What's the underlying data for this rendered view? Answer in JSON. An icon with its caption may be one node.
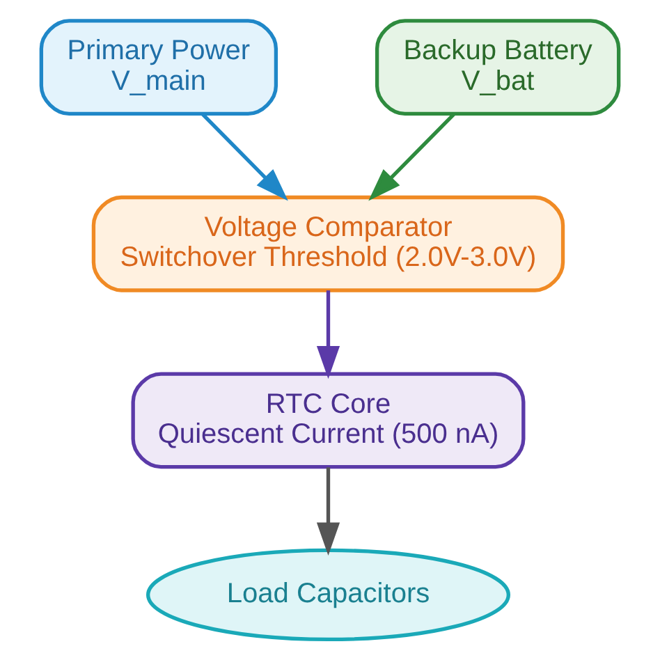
{
  "diagram": {
    "nodes": [
      {
        "text": [
          "Primary Power",
          "V_main"
        ]
      },
      {
        "text": [
          "Voltage Comparator",
          "Switchover Threshold (2.0V-3.0V)"
        ]
      },
      {
        "text": [
          "Backup Battery",
          "V_bat"
        ]
      },
      {
        "text": [
          "RTC Core",
          "Quiescent Current (500 nA)"
        ]
      },
      {
        "text": [
          "Load Capacitors"
        ]
      }
    ],
    "edges": [
      {
        "from": 0,
        "to": 1,
        "arrow": "to",
        "color": "#1f87c8"
      },
      {
        "from": 2,
        "to": 1,
        "arrow": "to",
        "color": "#2e8b3e"
      },
      {
        "from": 1,
        "to": 3,
        "arrow": "to",
        "color": "#5b3aa8"
      },
      {
        "from": 3,
        "to": 4,
        "arrow": "to",
        "color": "#555555"
      }
    ]
  }
}
